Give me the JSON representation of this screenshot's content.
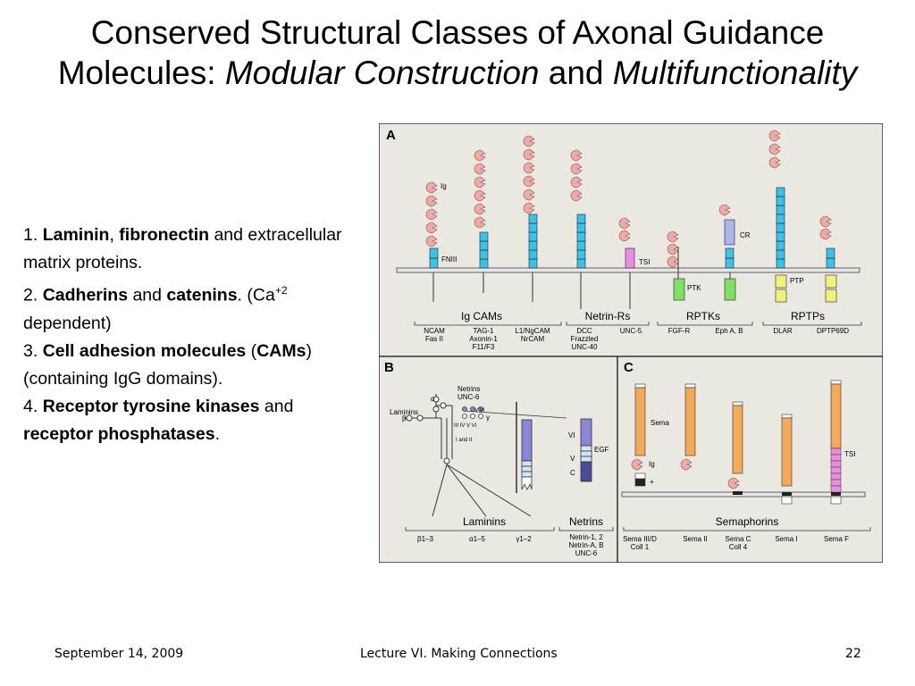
{
  "title": {
    "line1": "Conserved Structural Classes of Axonal Guidance",
    "line2_a": "Molecules: ",
    "line2_b": "Modular Construction",
    "line2_c": " and ",
    "line2_d": "Multifunctionality"
  },
  "bullets": [
    {
      "num": "1. ",
      "b1": "Laminin",
      "t1": ", ",
      "b2": "fibronectin",
      "t2": " and extracellular matrix proteins."
    },
    {
      "num": "2. ",
      "b1": "Cadherins",
      "t1": " and ",
      "b2": "catenins",
      "t2": ". (Ca",
      "sup": "+2",
      "t3": " dependent)"
    },
    {
      "num": "3. ",
      "b1": "Cell adhesion molecules",
      "t1": " (",
      "b2": "CAMs",
      "t2": ") (containing IgG domains)."
    },
    {
      "num": "4. ",
      "b1": "Receptor tyrosine kinases",
      "t1": " and ",
      "b2": "receptor phosphatases",
      "t2": "."
    }
  ],
  "figure": {
    "panel_a": "A",
    "panel_b": "B",
    "panel_c": "C",
    "a_labels": {
      "ig": "Ig",
      "fniii": "FNIII",
      "tsi": "TSI",
      "cr": "CR",
      "ptk": "PTK",
      "ptp": "PTP"
    },
    "a_groups": [
      "Ig CAMs",
      "Netrin-Rs",
      "RPTKs",
      "RPTPs"
    ],
    "a_members": [
      [
        "NCAM",
        "Fas II"
      ],
      [
        "TAG-1",
        "Axonin-1",
        "F11/F3"
      ],
      [
        "L1/NgCAM",
        "NrCAM"
      ],
      [
        "DCC",
        "Frazzled",
        "UNC-40"
      ],
      [
        "UNC-5"
      ],
      [
        "FGF-R"
      ],
      [
        "Eph A, B"
      ],
      [
        "DLAR"
      ],
      [
        "DPTP69D"
      ]
    ],
    "b_labels": {
      "laminins": "Laminins",
      "alpha": "α",
      "beta": "β",
      "gamma": "γ",
      "netrins": "Netrins",
      "unc6": "UNC-6",
      "roman_top": "V VI",
      "roman_mid": "III IV V VI",
      "i_and_ii": "I and II",
      "vi": "VI",
      "v": "V",
      "c": "C",
      "egf": "EGF"
    },
    "b_groups": [
      "Laminins",
      "Netrins"
    ],
    "b_members": [
      [
        "β1–3"
      ],
      [
        "α1–5"
      ],
      [
        "γ1–2"
      ],
      [
        "Netrin-1, 2",
        "Netrin-A, B",
        "UNC-6"
      ]
    ],
    "c_labels": {
      "sema": "Sema",
      "ig": "Ig",
      "plus": "+",
      "tsi": "TSI"
    },
    "c_group": "Semaphorins",
    "c_members": [
      [
        "Sema III/D",
        "Coll 1"
      ],
      [
        "Sema II"
      ],
      [
        "Sema C",
        "Coll 4"
      ],
      [
        "Sema I"
      ],
      [
        "Sema F"
      ]
    ],
    "colors": {
      "background": "#ebe7e1",
      "ig_domain": "#f2a9a4",
      "fniii": "#3cc3e3",
      "tsi": "#e98fe0",
      "cr": "#aeb4ec",
      "kinase": "#7de060",
      "phosphatase": "#f4f07c",
      "sema": "#f4a85a",
      "membrane": "#e6e6e6",
      "netrin_purple": "#8a86d8"
    }
  },
  "footer": {
    "date": "September 14, 2009",
    "lecture": "Lecture VI. Making Connections",
    "page": "22"
  }
}
